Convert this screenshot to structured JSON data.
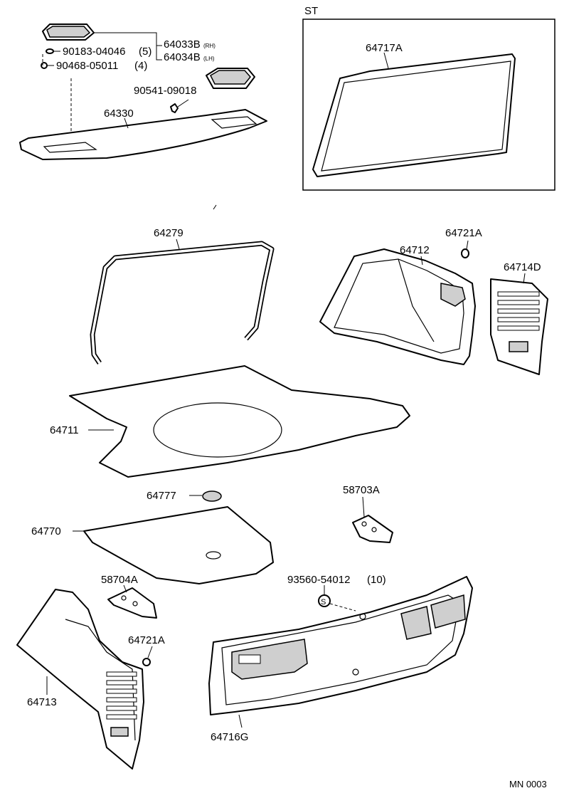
{
  "diagram": {
    "st_label": "ST",
    "footer_code": "MN 0003",
    "parts": {
      "speaker_grille_label_rh": "64033B",
      "speaker_grille_label_rh_side": "(RH)",
      "speaker_grille_label_lh": "64034B",
      "speaker_grille_label_lh_side": "(LH)",
      "screw_a": "90183-04046",
      "screw_a_qty": "(5)",
      "clip_a": "90468-05011",
      "clip_a_qty": "(4)",
      "clip_b": "90541-09018",
      "package_tray": "64330",
      "st_panel": "64717A",
      "weatherstrip": "64279",
      "clip_c": "64721A",
      "side_trim_rh": "64712",
      "cover_d": "64714D",
      "floor_mat": "64711",
      "hole_plug": "64777",
      "bracket_a": "58703A",
      "floor_board": "64770",
      "bracket_b": "58704A",
      "screw_b": "93560-54012",
      "screw_b_qty": "(10)",
      "screw_b_mark": "S",
      "clip_d": "64721A",
      "side_trim_lh": "64713",
      "back_panel_trim": "64716G"
    }
  }
}
